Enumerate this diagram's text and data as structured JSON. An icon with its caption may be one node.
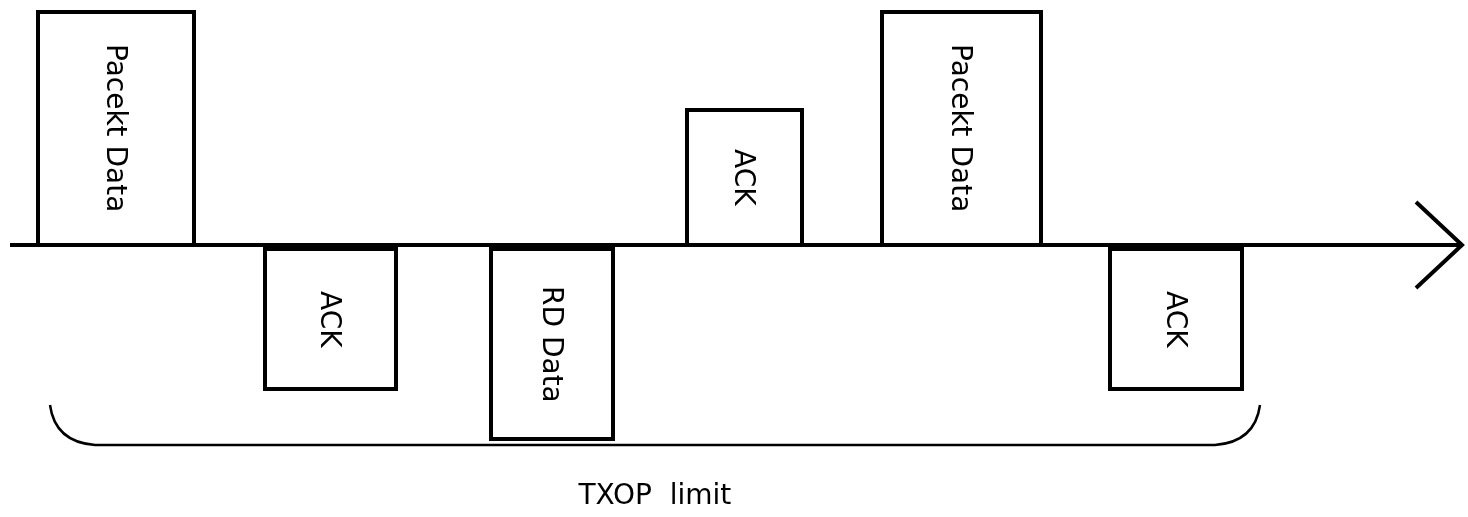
{
  "diagram": {
    "nodes": [
      {
        "text": [
          "Pacekt Data"
        ]
      },
      {
        "text": [
          "ACK"
        ]
      },
      {
        "text": [
          "RD Data"
        ]
      },
      {
        "text": [
          "ACK"
        ]
      },
      {
        "text": [
          "Pacekt Data"
        ]
      },
      {
        "text": [
          "ACK"
        ]
      }
    ],
    "labels": [
      "TXOP  limit"
    ]
  }
}
